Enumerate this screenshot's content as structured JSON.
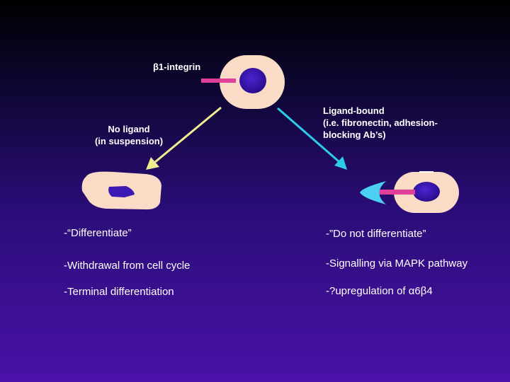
{
  "top": {
    "integrin_label": "β1-integrin"
  },
  "left_branch": {
    "label_lines": [
      "No ligand",
      "(in suspension)"
    ]
  },
  "right_branch": {
    "label_lines": [
      "Ligand-bound",
      "(i.e. fibronectin, adhesion-",
      "blocking Ab’s)"
    ]
  },
  "left_outcomes": [
    "-“Differentiate”",
    "-Withdrawal from cell cycle",
    "-Terminal differentiation"
  ],
  "right_outcomes": [
    "-”Do not differentiate”",
    "-Signalling via MAPK pathway",
    "-?upregulation of α6β4"
  ],
  "colors": {
    "cell_body": "#fadcc6",
    "nucleus": "#3c18b4",
    "integrin": "#e0409a",
    "left_arrow": "#f2ee90",
    "right_arrow": "#2ecce8",
    "ligand": "#4ad0f0"
  }
}
